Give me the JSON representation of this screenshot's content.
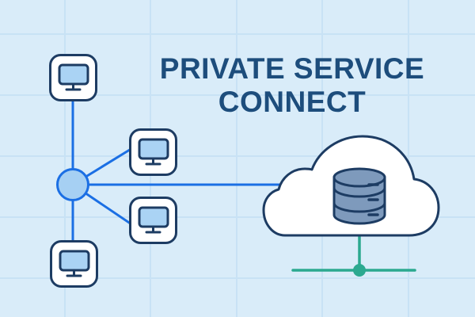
{
  "title": {
    "line1": "PRIVATE SERVICE",
    "line2": "CONNECT"
  },
  "colors": {
    "background": "#d9ecf9",
    "grid_line": "#c8e2f5",
    "outline_navy": "#1d3c63",
    "title_navy": "#1d4d7c",
    "connection_blue": "#1b6fe4",
    "hub_fill": "#a6d0f3",
    "node_fill": "#ffffff",
    "screen_fill": "#aad3f4",
    "database_fill": "#7e9abc",
    "service_green": "#2ba990"
  },
  "diagram": {
    "hub": {
      "icon": "hub-node-icon"
    },
    "clients": [
      {
        "icon": "monitor-icon",
        "position": "top-left"
      },
      {
        "icon": "monitor-icon",
        "position": "middle-upper"
      },
      {
        "icon": "monitor-icon",
        "position": "middle-lower"
      },
      {
        "icon": "monitor-icon",
        "position": "bottom-left"
      }
    ],
    "cloud": {
      "icon": "cloud-icon"
    },
    "database": {
      "icon": "database-icon"
    },
    "service_network": {
      "icon": "network-segment-icon"
    }
  }
}
